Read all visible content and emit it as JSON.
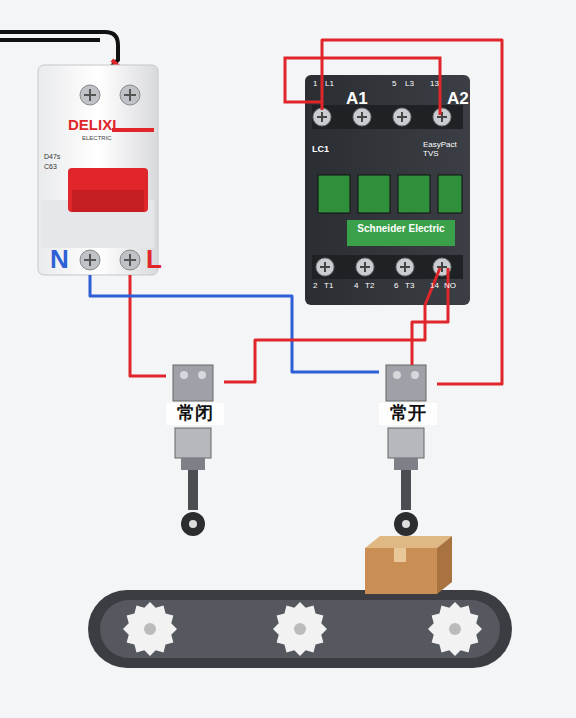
{
  "diagram": {
    "nodes": [
      {
        "text": [
          "DELIXI",
          "ELECTRIC",
          "D47s",
          "C63"
        ]
      },
      {
        "text": [
          "LC1",
          "EasyPact TVS",
          "Schneider Electric"
        ]
      },
      {
        "text": [
          "常闭"
        ]
      },
      {
        "text": [
          "常开"
        ]
      }
    ],
    "edges": [
      {
        "from": 0,
        "to": 2,
        "arrow": "none"
      },
      {
        "from": 0,
        "to": 3,
        "arrow": "none"
      },
      {
        "from": 2,
        "to": 1,
        "arrow": "none"
      },
      {
        "from": 3,
        "to": 1,
        "arrow": "none"
      },
      {
        "from": 1,
        "to": 3,
        "arrow": "none"
      }
    ],
    "labels": [
      "N",
      "L",
      "A1",
      "A2",
      "1",
      "L1",
      "5",
      "L3",
      "13",
      "2",
      "T1",
      "4",
      "T2",
      "6",
      "T3",
      "14",
      "NO"
    ]
  }
}
